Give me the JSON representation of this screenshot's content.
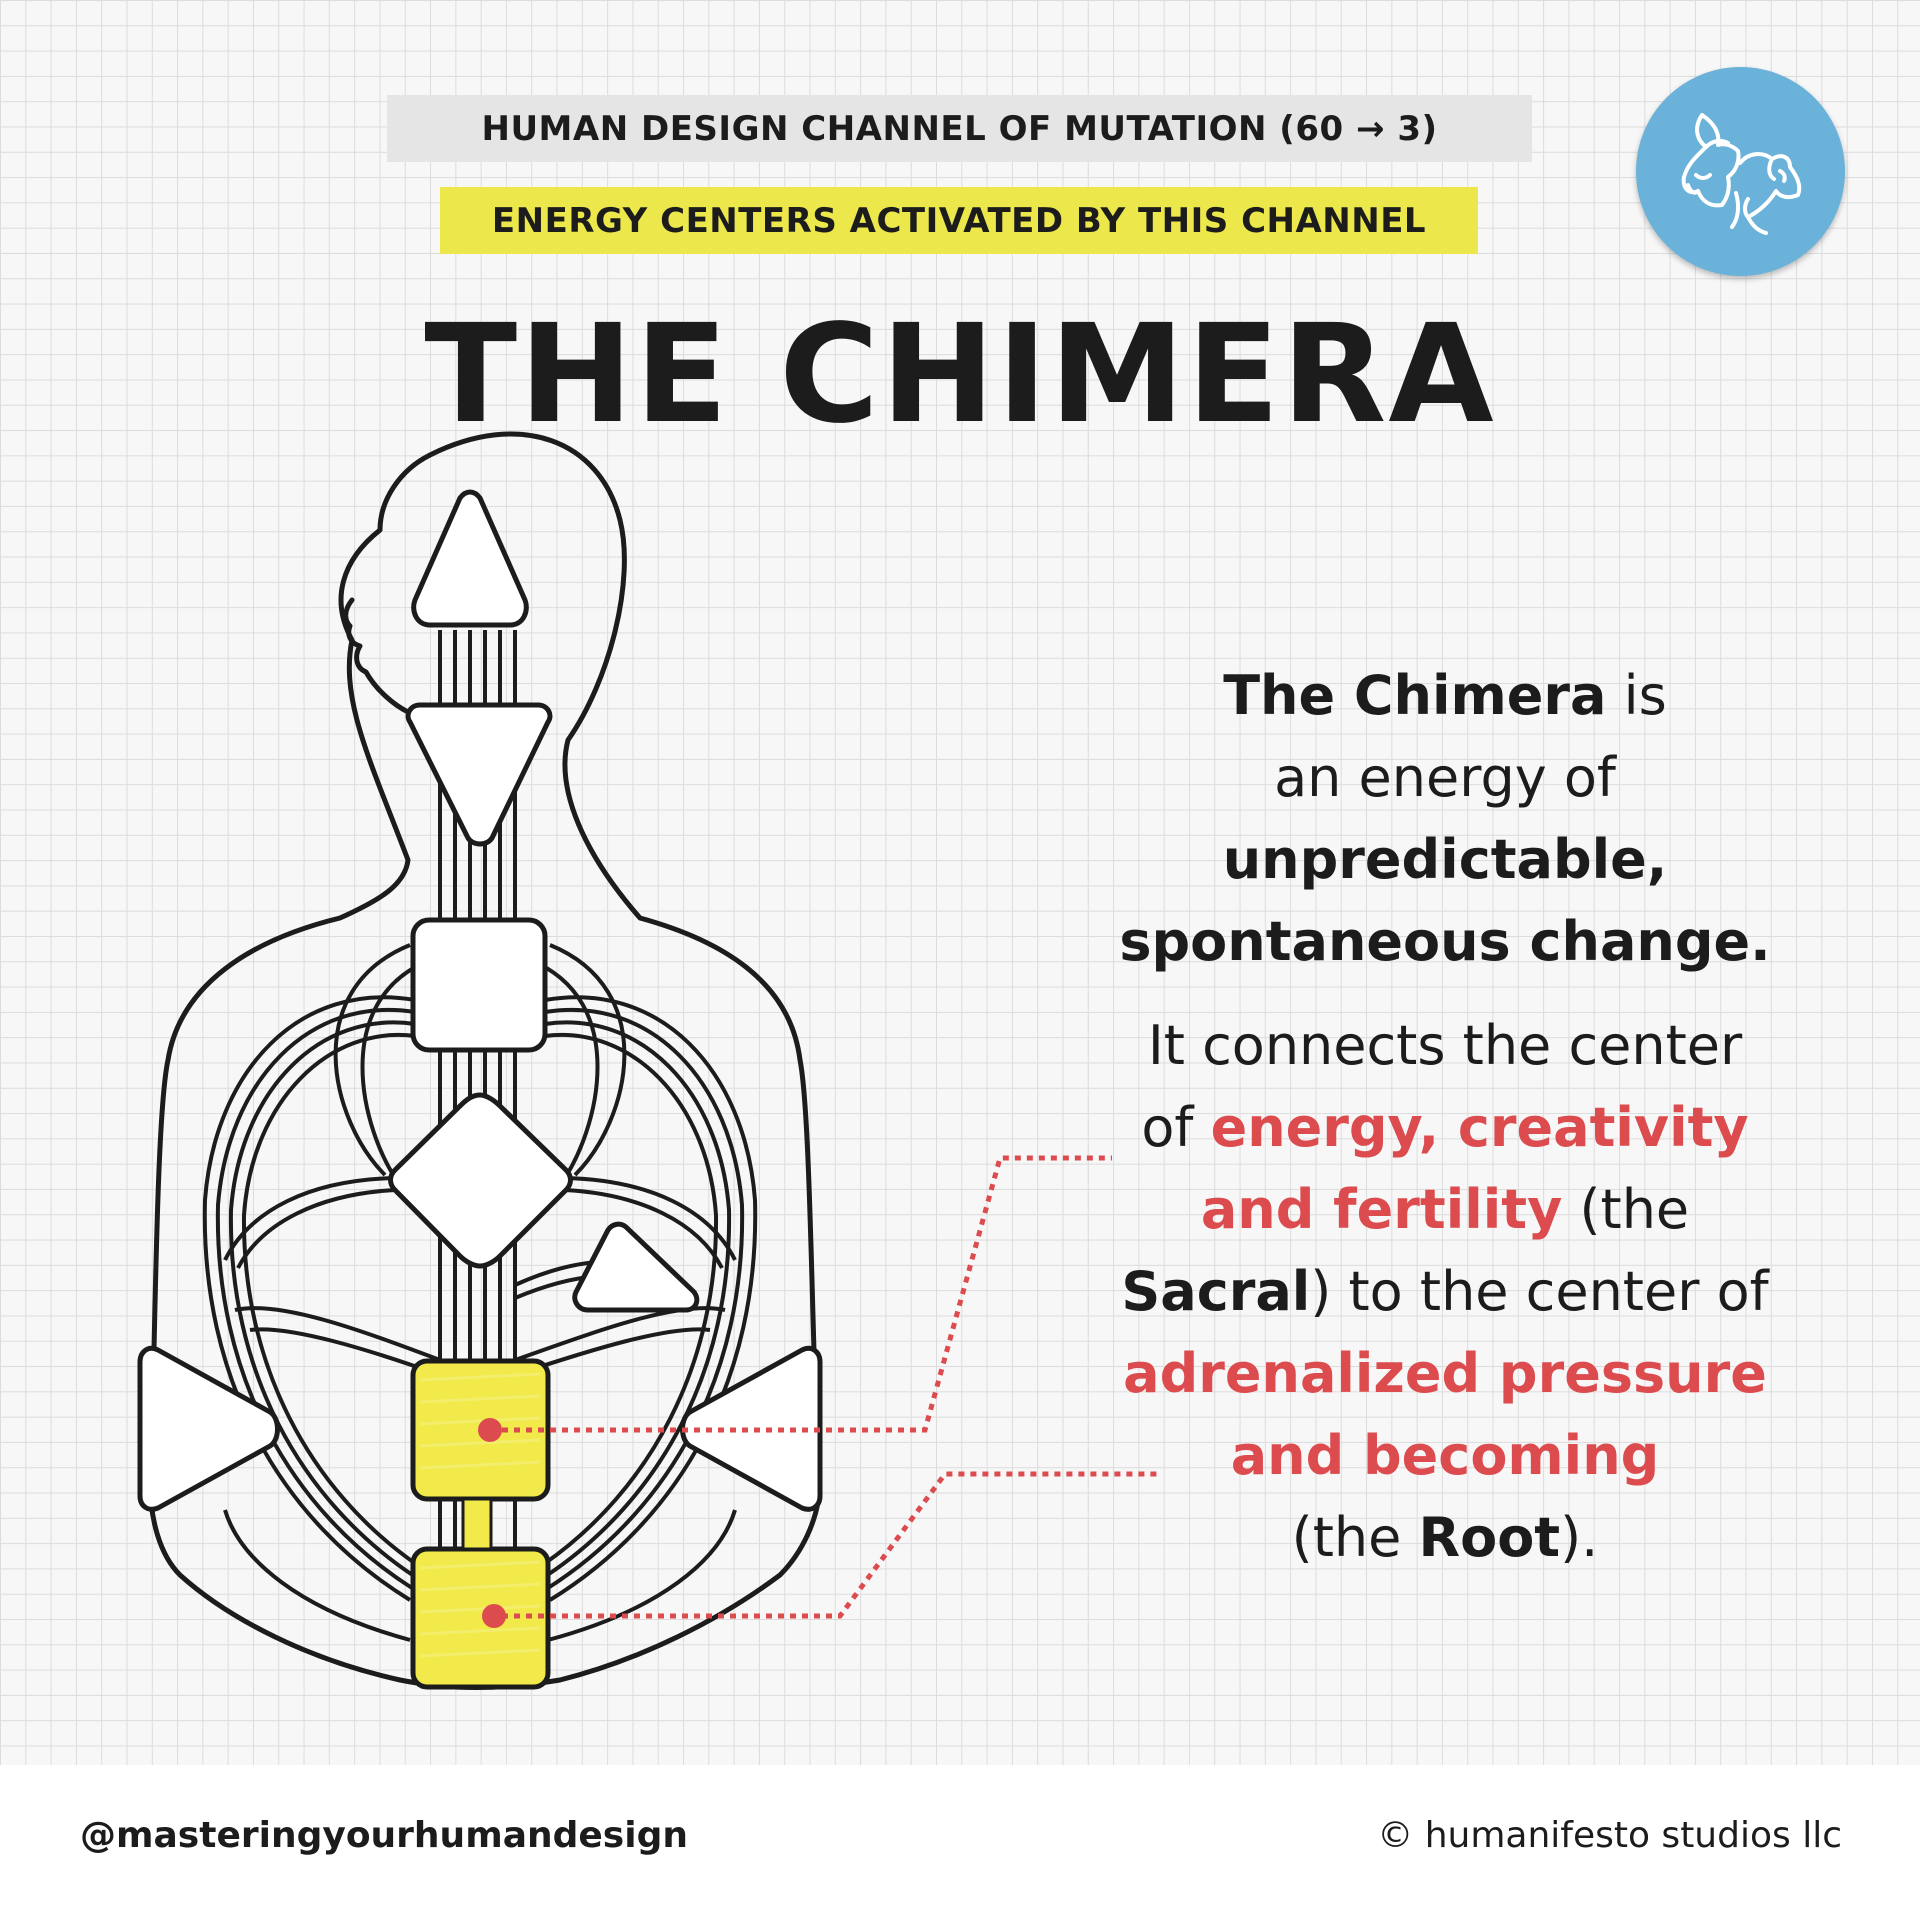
{
  "header": {
    "channel_label": "HUMAN DESIGN CHANNEL OF MUTATION (60 → 3)",
    "energy_label": "ENERGY CENTERS ACTIVATED BY THIS CHANNEL",
    "title": "THE CHIMERA"
  },
  "logo": {
    "icon": "goat-icon",
    "color": "#6ab2d9"
  },
  "description": {
    "l1_bold": "The Chimera",
    "l1_rest": " is",
    "l2": "an energy of",
    "l3": "unpredictable,",
    "l4": "spontaneous change.",
    "l5": "It connects the center",
    "l6_pre": "of ",
    "l6_red": "energy, creativity",
    "l7_red": "and fertility",
    "l7_rest": " (the",
    "l8_bold": "Sacral",
    "l8_rest": ") to the center of",
    "l9_red": "adrenalized pressure",
    "l10_red": "and becoming",
    "l11_pre": "(the ",
    "l11_bold": "Root",
    "l11_post": ")."
  },
  "colors": {
    "highlight": "#dc4b4e",
    "center_fill": "#f1ea4a",
    "label_bg_gray": "#e5e5e5",
    "label_bg_yellow": "#ece84b"
  },
  "footer": {
    "handle": "@masteringyourhumandesign",
    "copyright": "© humanifesto studios llc"
  }
}
